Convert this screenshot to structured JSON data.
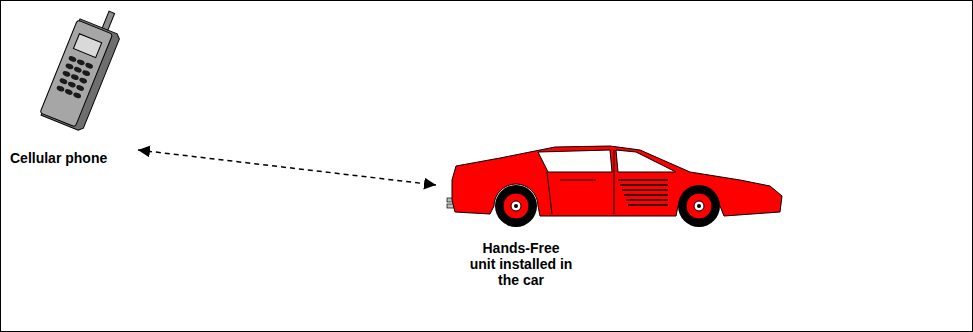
{
  "diagram": {
    "nodes": [
      {
        "text": [
          "Cellular phone"
        ]
      },
      {
        "text": [
          "Hands-Free unit installed in the car"
        ]
      }
    ],
    "edges": [
      {
        "from": 0,
        "to": 1,
        "arrow": "both"
      }
    ]
  }
}
